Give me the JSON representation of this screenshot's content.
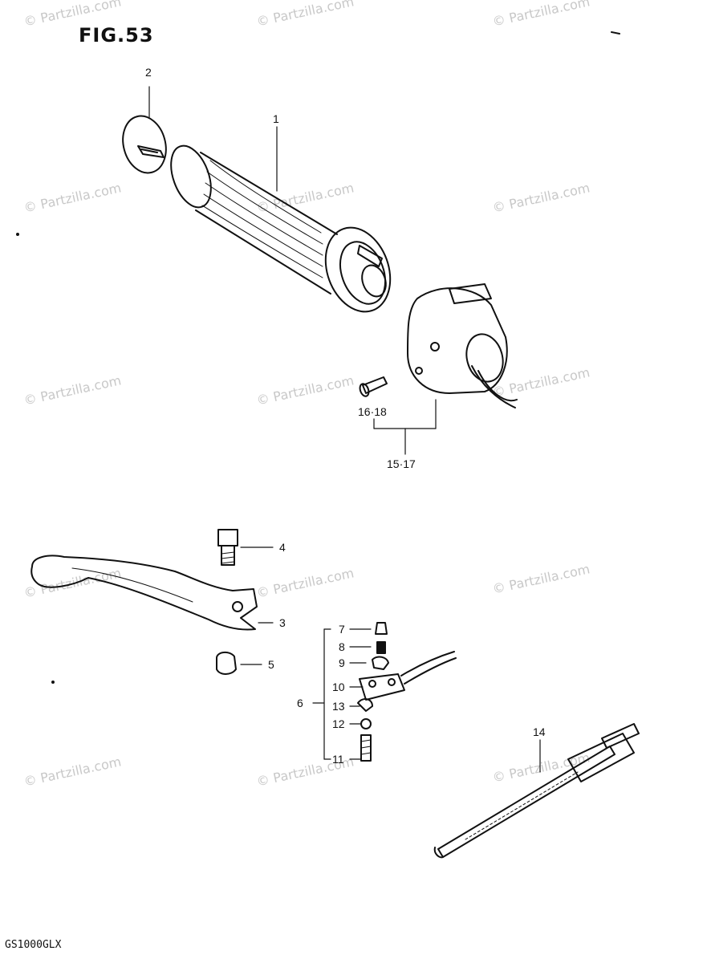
{
  "figure_title": "FIG.53",
  "model_code": "GS1000GLX",
  "watermark_text": "© Partzilla.com",
  "part_labels": {
    "p1": "1",
    "p2": "2",
    "p3": "3",
    "p4": "4",
    "p5": "5",
    "p6": "6",
    "p7": "7",
    "p8": "8",
    "p9": "9",
    "p10": "10",
    "p11": "11",
    "p12": "12",
    "p13": "13",
    "p14": "14",
    "p16_18": "16·18",
    "p15_17": "15·17"
  }
}
